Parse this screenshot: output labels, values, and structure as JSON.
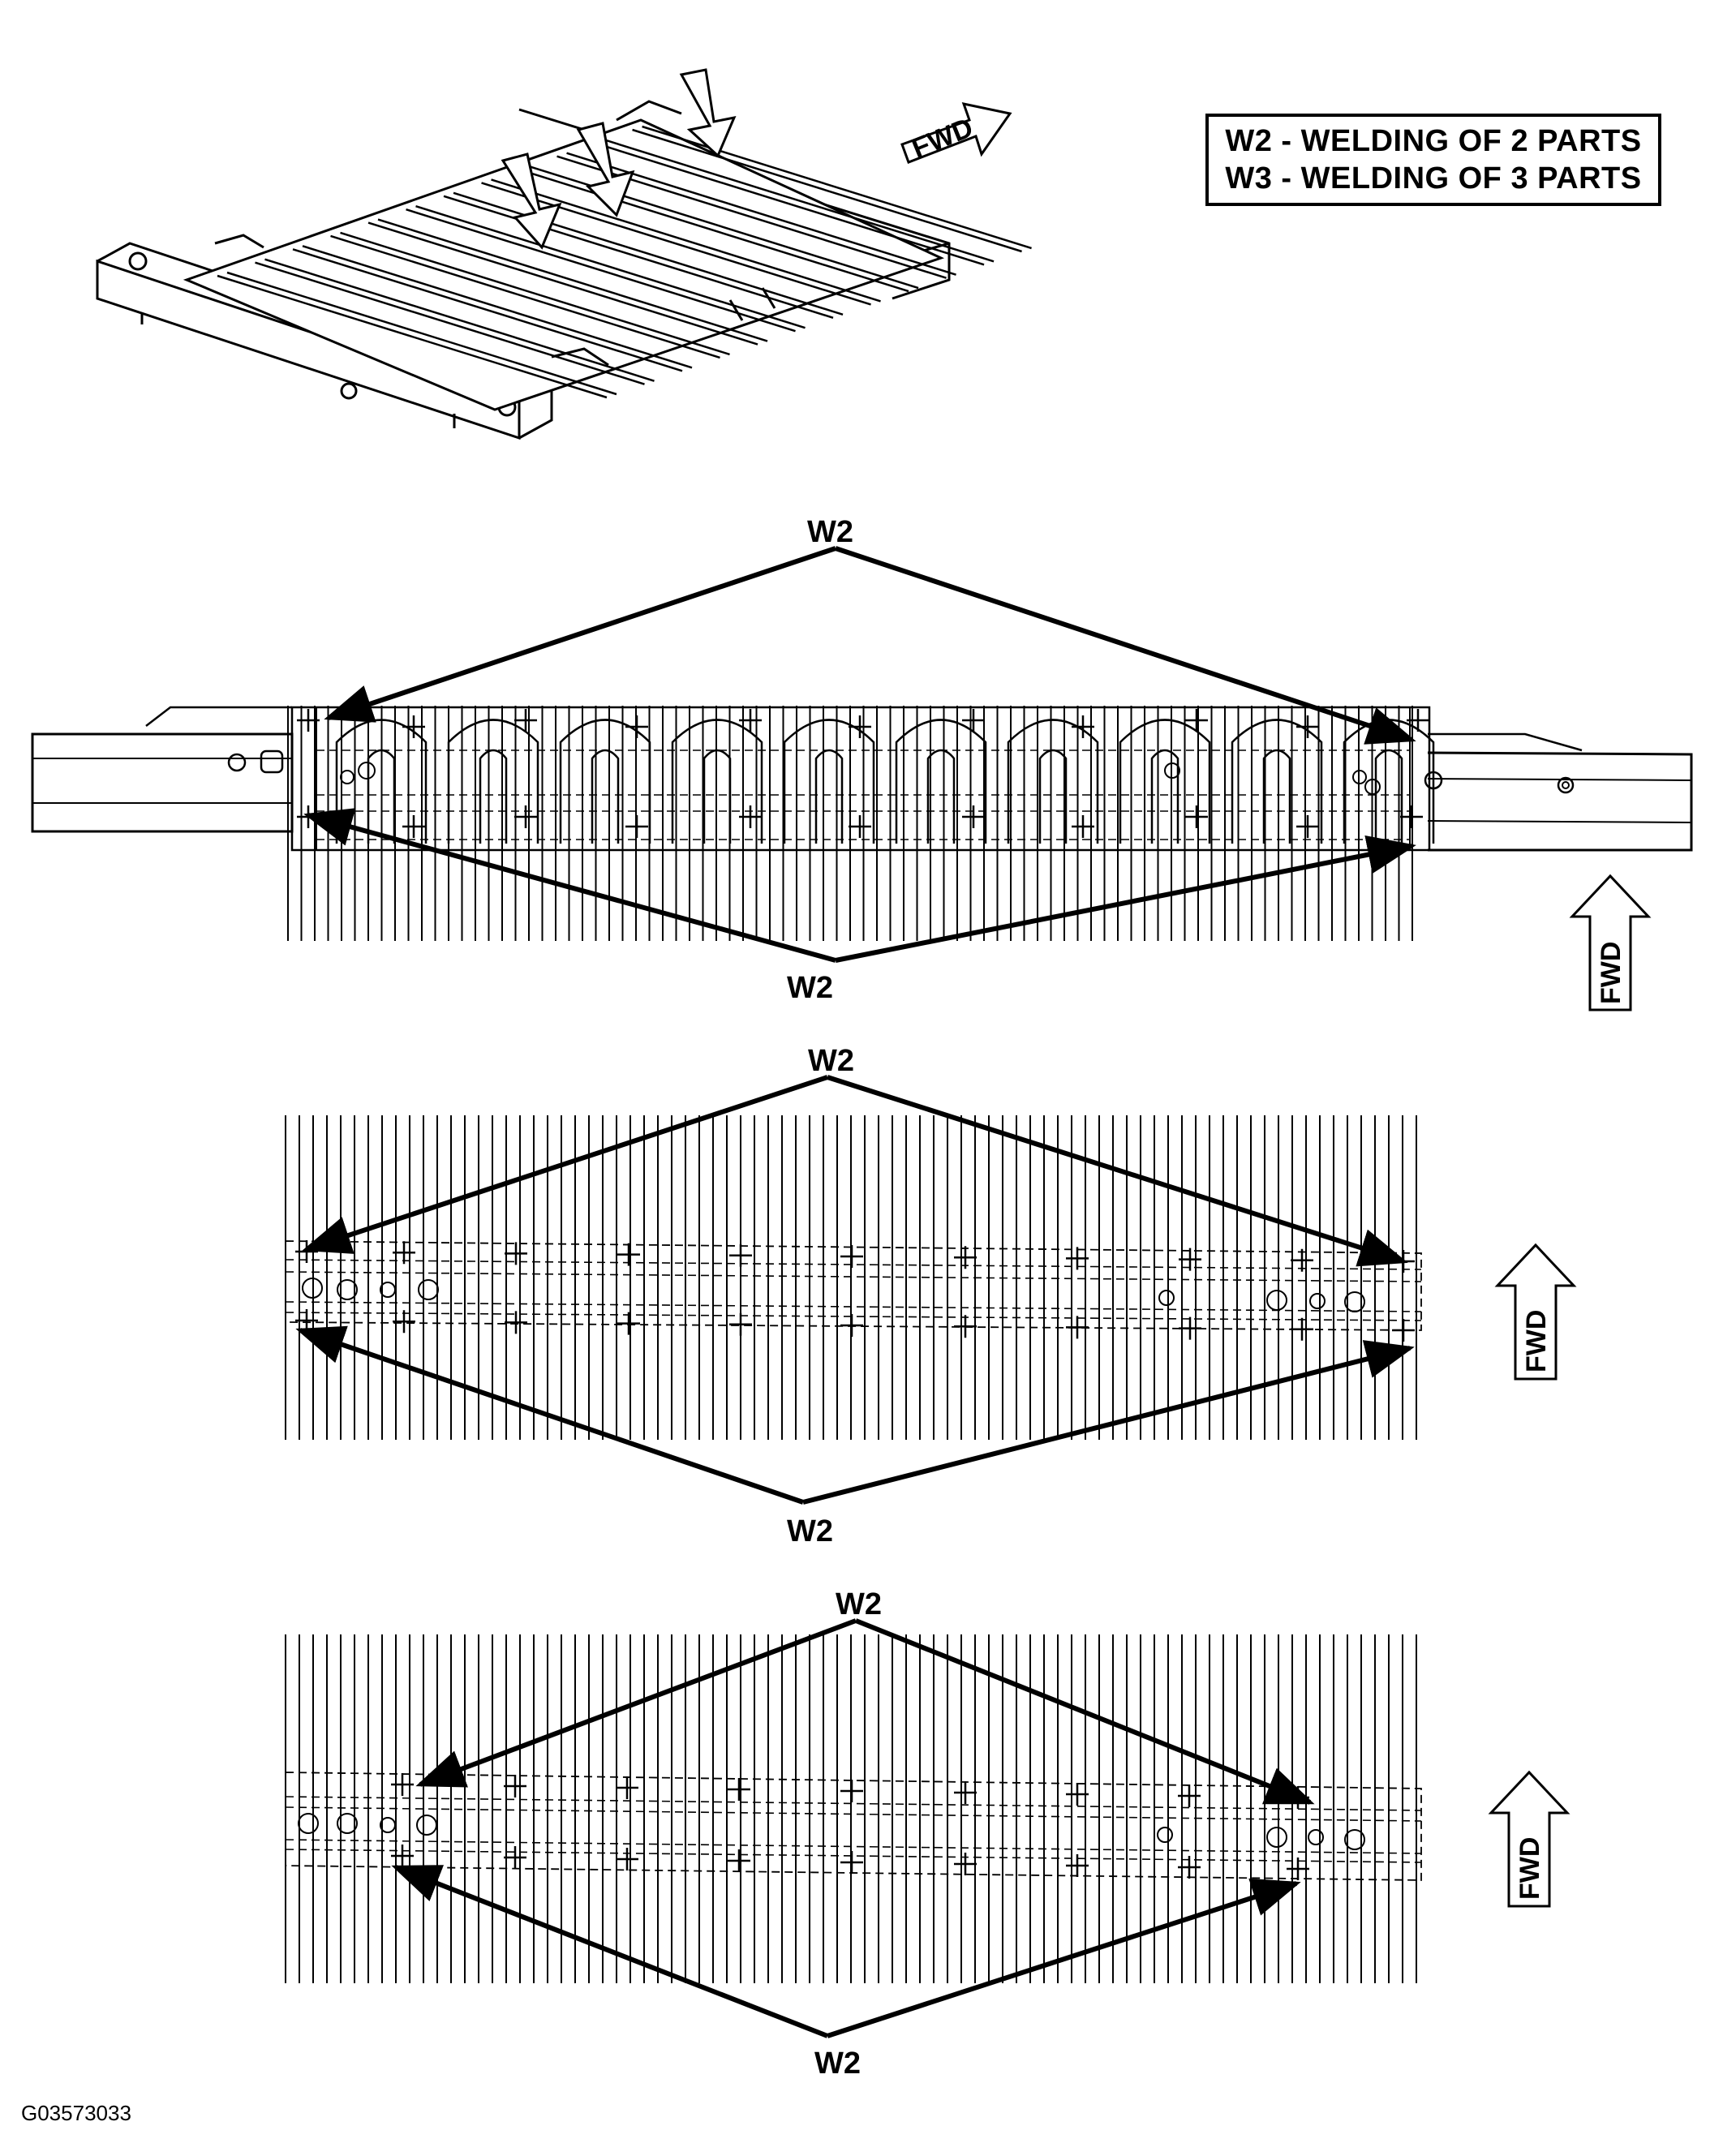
{
  "legend": {
    "w2": "W2 - WELDING OF 2 PARTS",
    "w3": "W3 - WELDING OF 3 PARTS"
  },
  "direction_label": "FWD",
  "weld_label": "W2",
  "figure_id": "G03573033"
}
